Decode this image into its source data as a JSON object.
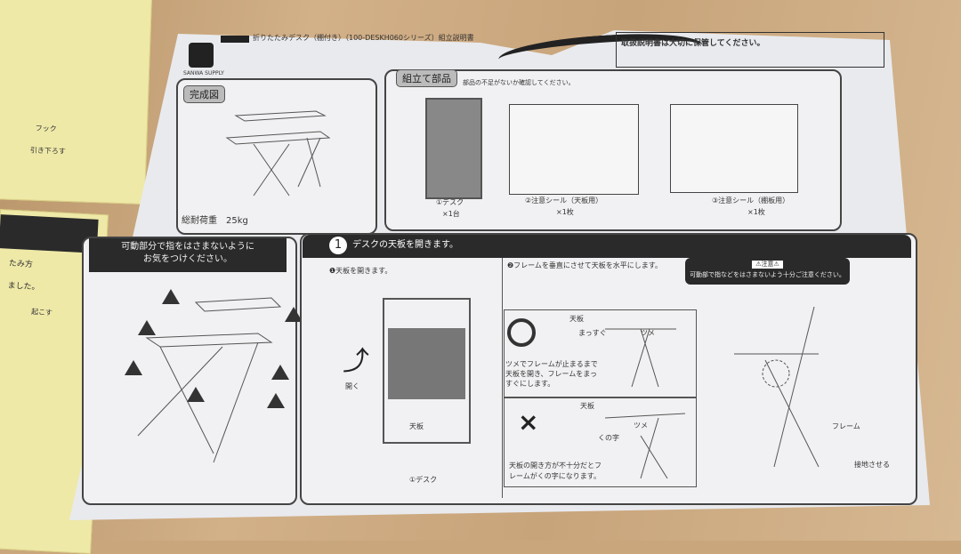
{
  "header": {
    "brand": "SANWA SUPPLY",
    "title": "折りたたみデスク（棚付き）（100-DESKH060シリーズ）組立説明書",
    "keep_notice": "取扱説明書は大切に保管してください。"
  },
  "completed": {
    "label": "完成図",
    "load": "総耐荷重　25kg"
  },
  "parts": {
    "label": "組立て部品",
    "note": "部品の不足がないか確認してください。",
    "items": [
      {
        "name": "①デスク",
        "qty": "×1台"
      },
      {
        "name": "②注意シール（天板用）",
        "qty": "×1枚"
      },
      {
        "name": "③注意シール（棚板用）",
        "qty": "×1枚"
      }
    ]
  },
  "warning_panel": {
    "title_line1": "可動部分で指をはさまないように",
    "title_line2": "お気をつけください。"
  },
  "step1": {
    "number": "1",
    "title": "デスクの天板を開きます。",
    "sub1": "❶天板を開きます。",
    "sub2": "❷フレームを垂直にさせて天板を水平にします。",
    "open_label": "開く",
    "top_label": "天板",
    "desk_label": "①デスク",
    "caution_title": "⚠注意⚠",
    "caution_text": "可動部で指などをはさまないよう十分ご注意ください。",
    "ok": {
      "symbol": "○",
      "top": "天板",
      "straight": "まっすぐ",
      "claw": "ツメ",
      "text": "ツメでフレームが止まるまで天板を開き、フレームをまっすぐにします。"
    },
    "ng": {
      "symbol": "×",
      "top": "天板",
      "bent": "くの字",
      "claw": "ツメ",
      "text": "天板の開き方が不十分だとフレームがくの字になります。"
    },
    "frame_label": "フレーム",
    "ground_label": "接地させる"
  },
  "left_sheet": {
    "hook": "フック",
    "pull": "引き下ろす",
    "fold": "たみ方",
    "raise": "起こす",
    "done": "ました。"
  }
}
